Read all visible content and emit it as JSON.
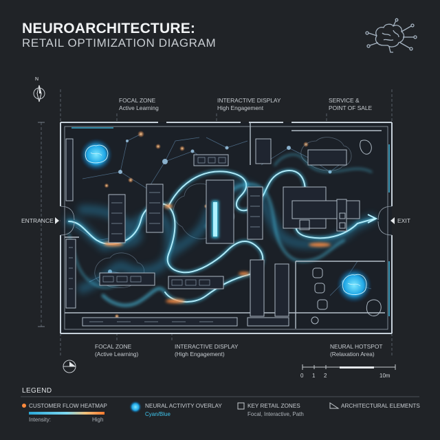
{
  "title": {
    "main": "NEUROARCHITECTURE:",
    "sub": "RETAIL OPTIMIZATION DIAGRAM"
  },
  "compass": {
    "north": "N"
  },
  "top_labels": [
    {
      "line1": "FOCAL ZONE",
      "line2": "Active Learning"
    },
    {
      "line1": "INTERACTIVE DISPLAY",
      "line2": "High Engagement"
    },
    {
      "line1": "SERVICE &",
      "line2": "POINT OF SALE"
    }
  ],
  "bottom_labels": [
    {
      "line1": "FOCAL ZONE",
      "line2": "(Active Learning)"
    },
    {
      "line1": "INTERACTIVE DISPLAY",
      "line2": "(High Engagement)"
    },
    {
      "line1": "NEURAL HOTSPOT",
      "line2": "(Relaxation Area)"
    }
  ],
  "entrance": "ENTRANCE",
  "exit": "EXIT",
  "scale": {
    "ticks": [
      "0",
      "1",
      "2"
    ],
    "end": "10m"
  },
  "legend": {
    "title": "LEGEND",
    "heatmap": {
      "label": "CUSTOMER FLOW HEATMAP",
      "low": "Intensity:",
      "high": "High"
    },
    "neural": {
      "label": "NEURAL ACTIVITY OVERLAY",
      "sub": "Cyan/Blue"
    },
    "zones": {
      "label": "KEY RETAIL ZONES",
      "sub": "Focal, Interactive, Path"
    },
    "arch": {
      "label": "ARCHITECTURAL ELEMENTS"
    }
  },
  "colors": {
    "background": "#202327",
    "cyan": "#3fd4f5",
    "blueprint": "#8fa3b5",
    "heat": "#ff8a3d"
  }
}
